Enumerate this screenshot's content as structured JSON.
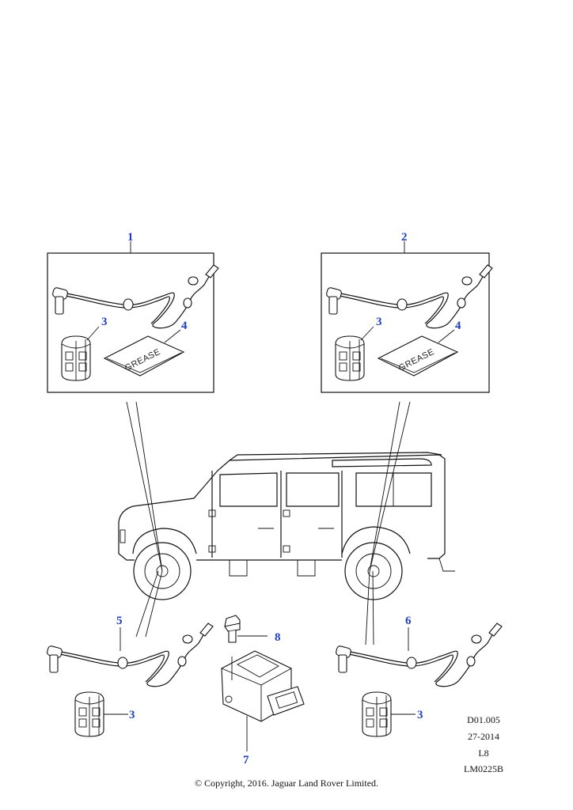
{
  "callouts": {
    "c1": "1",
    "c2": "2",
    "c3a": "3",
    "c3b": "3",
    "c3c": "3",
    "c3d": "3",
    "c4a": "4",
    "c4b": "4",
    "c5": "5",
    "c6": "6",
    "c7": "7",
    "c8": "8"
  },
  "grease_label": "GREASE",
  "reference": {
    "code": "D01.005",
    "date": "27-2014",
    "model": "L8",
    "number": "LM0225B"
  },
  "copyright": "© Copyright, 2016. Jaguar Land Rover Limited.",
  "colors": {
    "callout": "#1f3fbf",
    "line": "#111111",
    "background": "#ffffff"
  }
}
